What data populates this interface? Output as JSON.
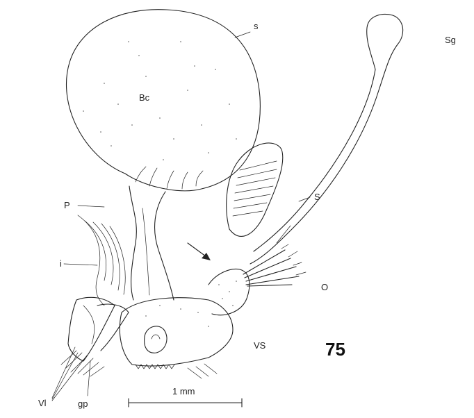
{
  "labels": {
    "s_upper": "s",
    "Sg": "Sg",
    "Bc": "Bc",
    "S": "S",
    "P": "P",
    "i": "i",
    "o": "O",
    "VS": "VS",
    "Vl": "Vl",
    "gp": "gp",
    "scale": "1 mm"
  },
  "figure_number": "75",
  "colors": {
    "ink": "#222222",
    "background": "#ffffff"
  }
}
